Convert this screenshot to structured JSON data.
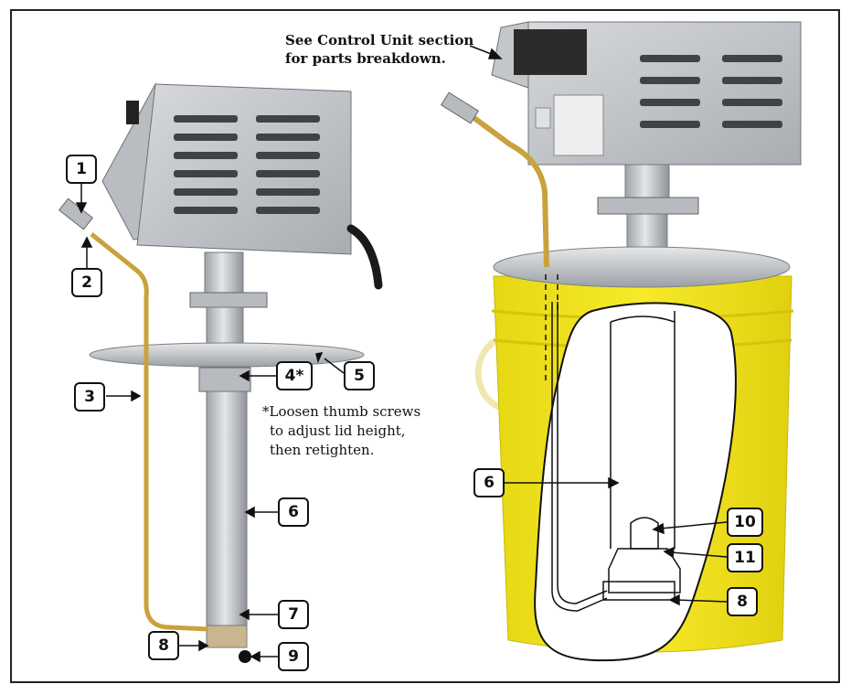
{
  "control_unit_note": {
    "line1": "See Control Unit section",
    "line2": "for parts breakdown."
  },
  "lid_note": {
    "line1": "*Loosen thumb screws",
    "line2": "to adjust lid height,",
    "line3": "then retighten."
  },
  "callouts": {
    "c1": "1",
    "c2": "2",
    "c3": "3",
    "c4": "4*",
    "c5": "5",
    "c6_left": "6",
    "c7": "7",
    "c8_left": "8",
    "c9": "9",
    "c6_right": "6",
    "c10": "10",
    "c11": "11",
    "c8_right": "8"
  },
  "colors": {
    "stainless": "#c9ccd0",
    "pail_yellow": "#f2e41a",
    "brass_hose": "#c9a23c",
    "outline": "#111111"
  }
}
